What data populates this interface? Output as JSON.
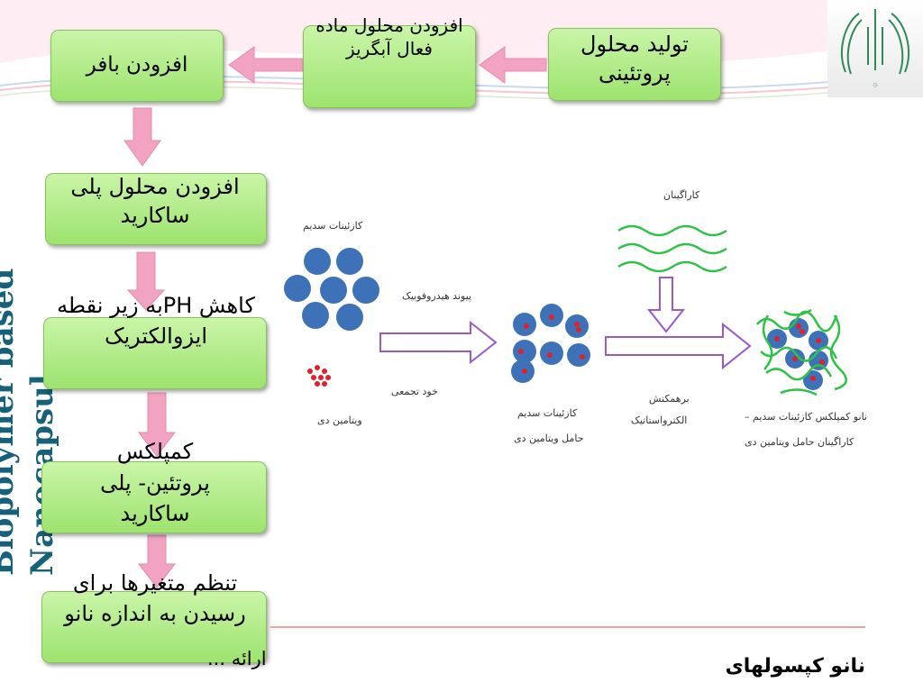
{
  "flow": {
    "step1": "تولید محلول پروتئینی",
    "step2": "افزودن محلول ماده فعال آبگریز",
    "step3": "افزودن بافر",
    "step4": "افزودن محلول پلی ساکارید",
    "step5": "کاهش PHبه زیر نقطه ایزوالکتریک",
    "step6": "کمپلکس پروتئین- پلی ساکارید",
    "step7": "تنظم متغیرها برای رسیدن به اندازه نانو"
  },
  "side_title": {
    "line1": "Biopolymer based",
    "line2": "Nanocapsul"
  },
  "diagram": {
    "label_casein": "کازئینات سدیم",
    "label_vitamin": "ویتامین دی",
    "label_hydrophobic": "پیوند هیدروفوبیک",
    "label_selfassembly": "خود تجمعی",
    "label_casein_loaded_1": "کازئینات سدیم",
    "label_casein_loaded_2": "حامل ویتامین دی",
    "label_carrageenan": "کاراگینان",
    "label_electro_1": "برهمکنش",
    "label_electro_2": "الکترواستاتیک",
    "label_nano_1": "نانو کمپلکس کازئینات سدیم –",
    "label_nano_2": "کاراگینان حامل ویتامین دی"
  },
  "footer": {
    "right_text": "نانو کپسولهای",
    "left_text": "ارائه ..."
  },
  "colors": {
    "box_fill": "#a8e87c",
    "arrow_pink": "#f2a3c2",
    "title_teal": "#17607a",
    "particle_blue": "#3d72b8",
    "vitamin_red": "#e0202a",
    "carrageenan_green": "#2ec247",
    "transfer_arrow": "#9b58c9"
  }
}
